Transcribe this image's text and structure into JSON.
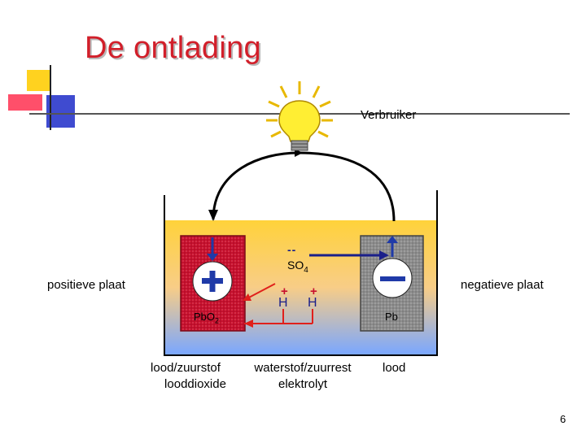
{
  "slide": {
    "title": "De ontlading",
    "page_number": "6"
  },
  "diagram": {
    "consumer_label": "Verbruiker",
    "positive_plate_label": "positieve plaat",
    "negative_plate_label": "negatieve plaat",
    "positive_plate_material": "PbO",
    "positive_plate_material_sub": "2",
    "negative_plate_material": "Pb",
    "sulfate_ion": "SO",
    "sulfate_ion_sub": "4",
    "sulfate_charge": "--",
    "hydrogen_ion_1": "H",
    "hydrogen_ion_2": "H",
    "hydrogen_charge": "+",
    "positive_sign": "+",
    "negative_sign": "−",
    "caption_positive_line1": "lood/zuurstof",
    "caption_positive_line2": "looddioxide",
    "caption_middle_line1": "waterstof/zuurrest",
    "caption_middle_line2": "elektrolyt",
    "caption_negative": "lood"
  },
  "colors": {
    "title": "#d21f2a",
    "positive_plate": "#c8102e",
    "negative_plate": "#8c8c8c",
    "arrow_blue": "#1f3aa8",
    "wire_red": "#e0201b",
    "electrolyte_top": "#ffd23a",
    "electrolyte_bottom": "#7aa7ff"
  }
}
